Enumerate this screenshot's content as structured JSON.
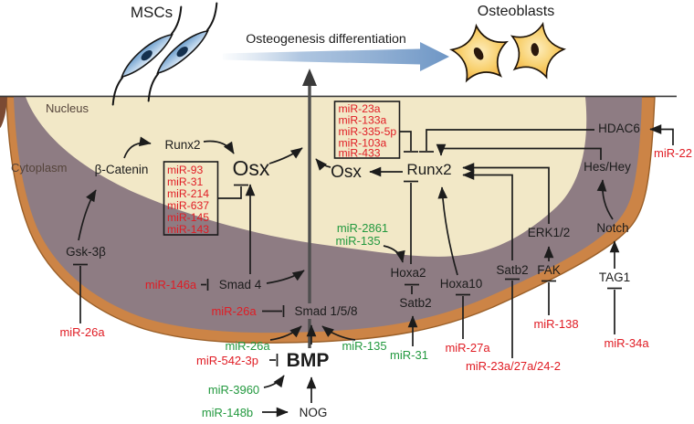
{
  "header": {
    "mscs": "MSCs",
    "osteoblasts": "Osteoblasts",
    "process": "Osteogenesis differentiation"
  },
  "cell": {
    "nucleus": "Nucleus",
    "cytoplasm": "Cytoplasm"
  },
  "genes": {
    "beta_catenin": "β-Catenin",
    "runx2_left": "Runx2",
    "osx_left": "Osx",
    "osx_center": "Osx",
    "runx2_center": "Runx2",
    "gsk3b": "Gsk-3β",
    "smad4": "Smad 4",
    "smad158": "Smad 1/5/8",
    "bmp": "BMP",
    "nog": "NOG",
    "hoxa2": "Hoxa2",
    "satb2_left": "Satb2",
    "satb2_right": "Satb2",
    "hoxa10": "Hoxa10",
    "erk12": "ERK1/2",
    "fak": "FAK",
    "notch": "Notch",
    "tag1": "TAG1",
    "hes_hey": "Hes/Hey",
    "hdac6": "HDAC6"
  },
  "mir_box_osx": [
    "miR-93",
    "miR-31",
    "miR-214",
    "miR-637",
    "miR-145",
    "miR-143"
  ],
  "mir_box_runx2": [
    "miR-23a",
    "miR-133a",
    "miR-335-5p",
    "miR-103a",
    "miR-433"
  ],
  "mir_red": {
    "mir26a_gsk": "miR-26a",
    "mir146a": "miR-146a",
    "mir26a_smad": "miR-26a",
    "mir542_3p": "miR-542-3p",
    "mir27a": "miR-27a",
    "mir23a_27a_24_2": "miR-23a/27a/24-2",
    "mir138": "miR-138",
    "mir34a": "miR-34a",
    "mir22": "miR-22"
  },
  "mir_green": {
    "mir26a": "miR-26a",
    "mir135_smad": "miR-135",
    "mir3960": "miR-3960",
    "mir148b": "miR-148b",
    "mir2861": "miR-2861",
    "mir135_hoxa2": "miR-135",
    "mir31": "miR-31"
  },
  "colors": {
    "mirna_inhibitor_red": "#e01c24",
    "mirna_promoter_green": "#23993f",
    "nucleus_fill": "#f2e8c7",
    "cytoplasm_fill": "#8e7c83",
    "membrane_fill": "#cc8446",
    "process_arrow_blue": "#6e96c5"
  }
}
